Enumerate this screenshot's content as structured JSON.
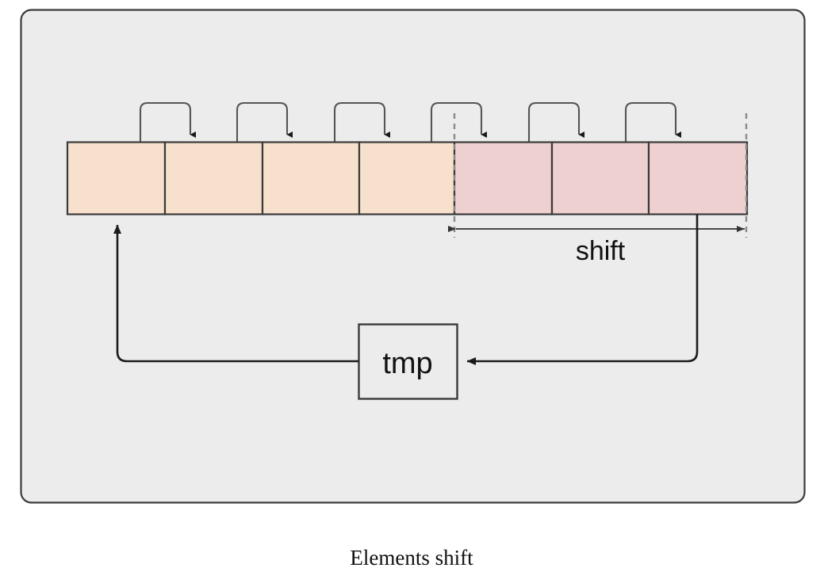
{
  "figure": {
    "caption": "Elements shift",
    "panel": {
      "background_color": "#ececec",
      "border_color": "#3a3a3a",
      "corner_radius": 12
    }
  },
  "diagram": {
    "type": "array-shift-illustration",
    "array": {
      "name": "array-row",
      "cell_count": 7,
      "cells": [
        {
          "index": 0,
          "label": "",
          "region": "source",
          "fill": "#f8e1cc"
        },
        {
          "index": 1,
          "label": "",
          "region": "source",
          "fill": "#f8e1cc"
        },
        {
          "index": 2,
          "label": "",
          "region": "source",
          "fill": "#f8e1cc"
        },
        {
          "index": 3,
          "label": "",
          "region": "source",
          "fill": "#f8e1cc"
        },
        {
          "index": 4,
          "label": "",
          "region": "shift",
          "fill": "#eed0d0"
        },
        {
          "index": 5,
          "label": "",
          "region": "shift",
          "fill": "#eed0d0"
        },
        {
          "index": 6,
          "label": "",
          "region": "shift",
          "fill": "#eed0d0"
        }
      ],
      "cell_border_color": "#3a3a3a"
    },
    "shift_marker": {
      "label": "shift",
      "arrow_style": "double-headed",
      "boundary_style": "dashed",
      "boundary_color": "#8a8a8a"
    },
    "tmp_box": {
      "label": "tmp",
      "fill": "#ececec",
      "border_color": "#3a3a3a"
    },
    "loop_arrows": {
      "count": 6,
      "description": "each element copied one position to the right",
      "color": "#555555"
    },
    "flow_arrows": [
      {
        "name": "last-cell-to-tmp",
        "direction": "right-to-left",
        "color": "#1a1a1a"
      },
      {
        "name": "tmp-to-first-cell",
        "direction": "left-then-up",
        "color": "#1a1a1a"
      }
    ]
  },
  "colors": {
    "peach": "#f8e1cc",
    "pink": "#eed0d0",
    "panel_bg": "#ececec",
    "stroke_dark": "#3a3a3a",
    "stroke_black": "#1a1a1a",
    "stroke_gray": "#555555",
    "dash_gray": "#8a8a8a",
    "page_bg": "#ffffff"
  }
}
